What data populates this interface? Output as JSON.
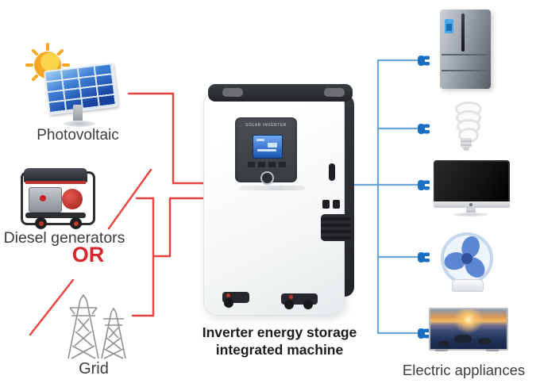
{
  "colors": {
    "input_line_red": "#e8433f",
    "output_line_blue": "#6aa5d8",
    "plug_blue": "#1a6fc4",
    "or_text_red": "#d9252b",
    "label_text": "#3c3c3c"
  },
  "left_sources": {
    "photovoltaic": {
      "label": "Photovoltaic",
      "icon": "sun-and-solar-panel"
    },
    "diesel_generator": {
      "label": "Diesel generators",
      "or_label": "OR",
      "icon": "diesel-generator"
    },
    "grid": {
      "label": "Grid",
      "icon": "transmission-towers"
    }
  },
  "center_device": {
    "caption_line1": "Inverter energy storage",
    "caption_line2": "integrated machine",
    "panel_text": "SOLAR INVERTER",
    "icon": "inverter-energy-storage-unit"
  },
  "right_outputs": {
    "label": "Electric appliances",
    "items": [
      {
        "icon": "refrigerator"
      },
      {
        "icon": "cfl-light-bulb"
      },
      {
        "icon": "desktop-monitor"
      },
      {
        "icon": "electric-fan"
      },
      {
        "icon": "television"
      }
    ]
  }
}
